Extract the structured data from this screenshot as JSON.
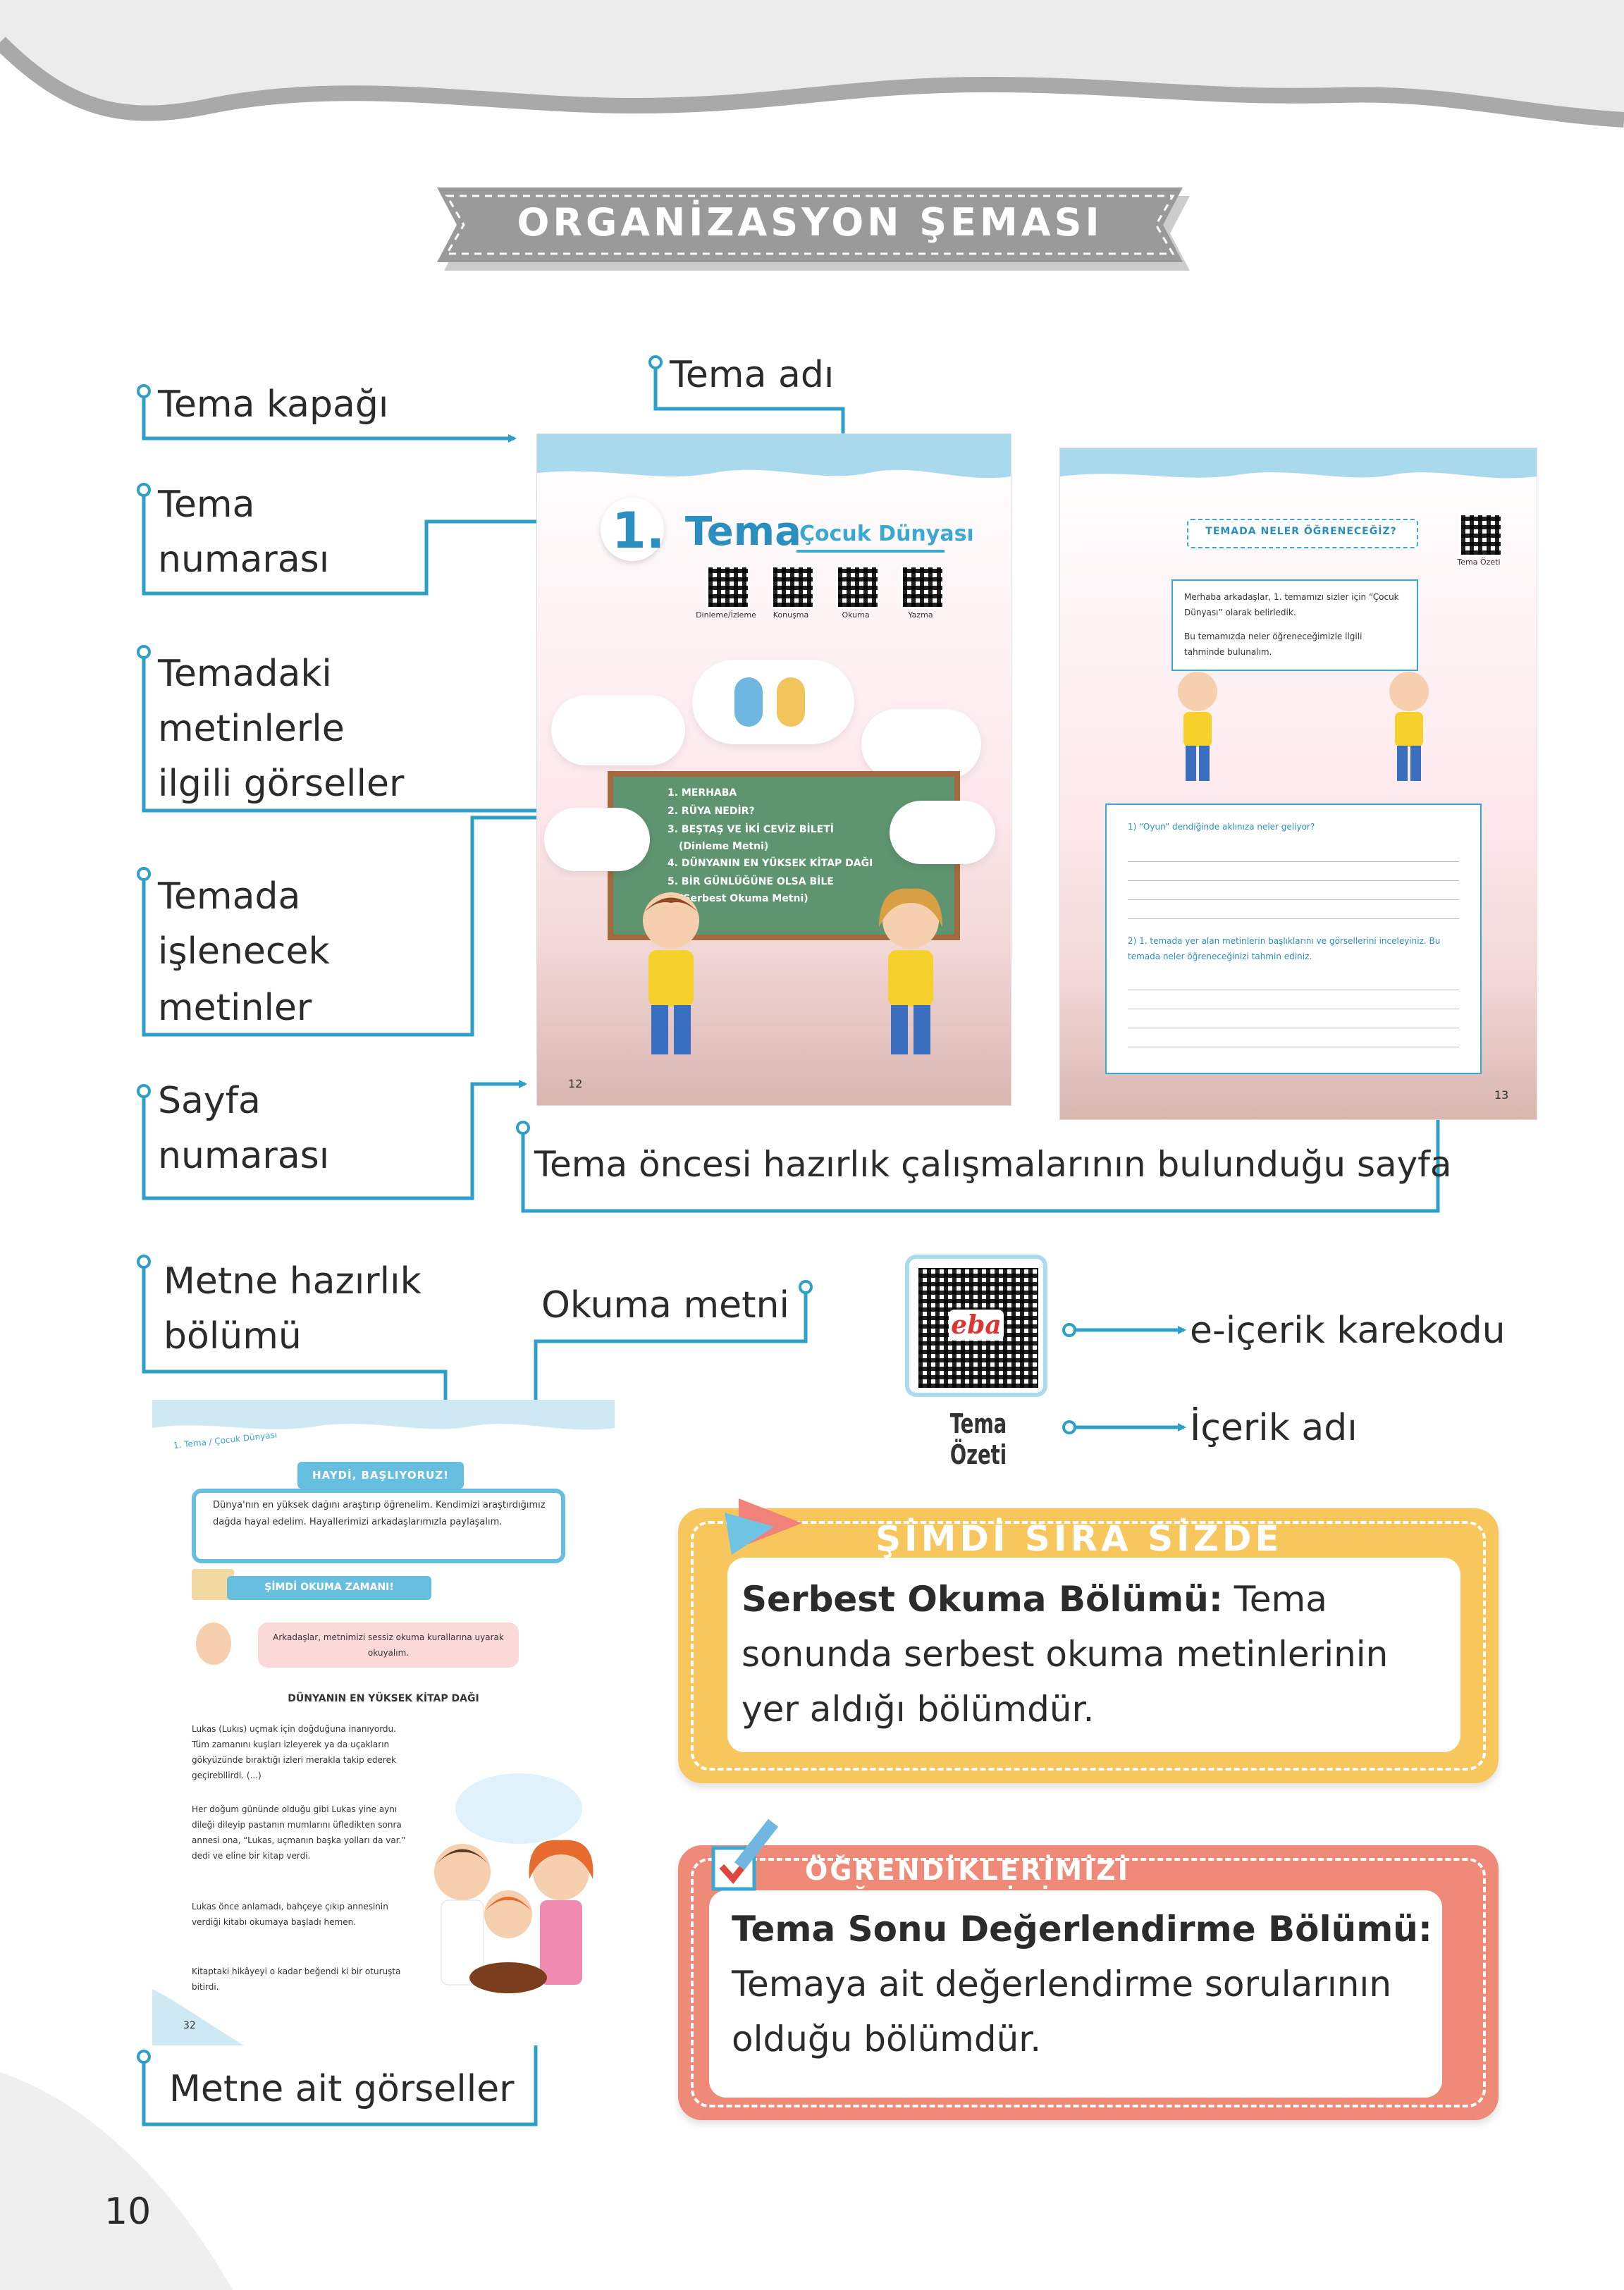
{
  "banner": {
    "title": "ORGANİZASYON ŞEMASI"
  },
  "labels": {
    "tema_kapagi": "Tema kapağı",
    "tema_adi": "Tema adı",
    "tema_numarasi_1": "Tema",
    "tema_numarasi_2": "numarası",
    "gorseller_1": "Temadaki",
    "gorseller_2": "metinlerle",
    "gorseller_3": "ilgili görseller",
    "islenecek_1": "Temada",
    "islenecek_2": "işlenecek",
    "islenecek_3": "metinler",
    "sayfa_1": "Sayfa",
    "sayfa_2": "numarası",
    "hazirlik_sayfa": "Tema öncesi hazırlık çalışmalarının bulunduğu sayfa",
    "metne_hazirlik_1": "Metne hazırlık",
    "metne_hazirlik_2": "bölümü",
    "okuma_metni": "Okuma metni",
    "e_icerik": "e-içerik karekodu",
    "icerik_adi": "İçerik adı",
    "metne_ait": "Metne ait görseller"
  },
  "page12": {
    "number": "1.",
    "tema": "Tema",
    "name": "Çocuk Dünyası",
    "qr_labels": [
      "Dinleme/İzleme",
      "Konuşma",
      "Okuma",
      "Yazma"
    ],
    "board_items": [
      "1. MERHABA",
      "2. RÜYA NEDİR?",
      "3. BEŞTAŞ VE İKİ CEVİZ BİLETİ",
      "(Dinleme Metni)",
      "4. DÜNYANIN EN YÜKSEK KİTAP DAĞI",
      "5. BİR GÜNLÜĞÜNE OLSA BİLE",
      "(Serbest Okuma Metni)"
    ],
    "page_no": "12"
  },
  "page13": {
    "heading": "TEMADA NELER ÖĞRENECEĞİZ?",
    "qr_caption": "Tema Özeti",
    "sign_text_1": "Merhaba arkadaşlar, 1. temamızı sizler için “Çocuk Dünyası” olarak belirledik.",
    "sign_text_2": "Bu temamızda neler öğreneceğimizle ilgili tahminde bulunalım.",
    "q1": "1) “Oyun” dendiğinde aklınıza neler geliyor?",
    "q2": "2) 1. temada yer alan metinlerin başlıklarını ve görsellerini inceleyiniz. Bu temada neler öğreneceğinizi tahmin ediniz.",
    "page_no": "13"
  },
  "page32": {
    "header": "1. Tema / Çocuk Dünyası",
    "haydi": "HAYDİ, BAŞLIYORUZ!",
    "haydi_text": "Dünya'nın en yüksek dağını araştırıp öğrenelim. Kendimizi araştırdığımız dağda hayal edelim. Hayallerimizi arkadaşlarımızla paylaşalım.",
    "okuma_zamani": "ŞİMDİ OKUMA ZAMANI!",
    "speech": "Arkadaşlar, metnimizi sessiz okuma kurallarına uyarak okuyalım.",
    "story_title": "DÜNYANIN EN YÜKSEK KİTAP DAĞI",
    "p1": "Lukas (Lukıs) uçmak için doğduğuna inanıyordu. Tüm zamanını kuşları izleyerek ya da uçakların gökyüzünde bıraktığı izleri merakla takip ederek geçirebilirdi. (...)",
    "p2": "Her doğum gününde olduğu gibi Lukas yine aynı dileği dileyip pastanın mumlarını üfledikten sonra annesi ona, “Lukas, uçmanın başka yolları da var.” dedi ve eline bir kitap verdi.",
    "p3": "Lukas önce anlamadı, bahçeye çıkıp annesinin verdiği kitabı okumaya başladı hemen.",
    "p4": "Kitaptaki hikâyeyi o kadar beğendi ki bir oturuşta bitirdi.",
    "page_no": "32"
  },
  "qr_block": {
    "caption": "Tema Özeti"
  },
  "simdi": {
    "title": "ŞİMDİ SIRA SİZDE",
    "bold": "Serbest Okuma Bölümü:",
    "text": "Tema sonunda serbest okuma metinlerinin yer aldığı bölümdür."
  },
  "ogrendik": {
    "title": "ÖĞRENDİKLERİMİZİ DEĞERLENDİRİYORUZ",
    "bold": "Tema Sonu Değerlendirme Bölümü:",
    "text": "Temaya ait değerlendirme sorularının olduğu bölümdür."
  },
  "page_number": "10",
  "colors": {
    "connector": "#2e9fc9",
    "banner": "#9b9b9b",
    "simdi": "#f7c65c",
    "ogrendik": "#f08a78"
  }
}
